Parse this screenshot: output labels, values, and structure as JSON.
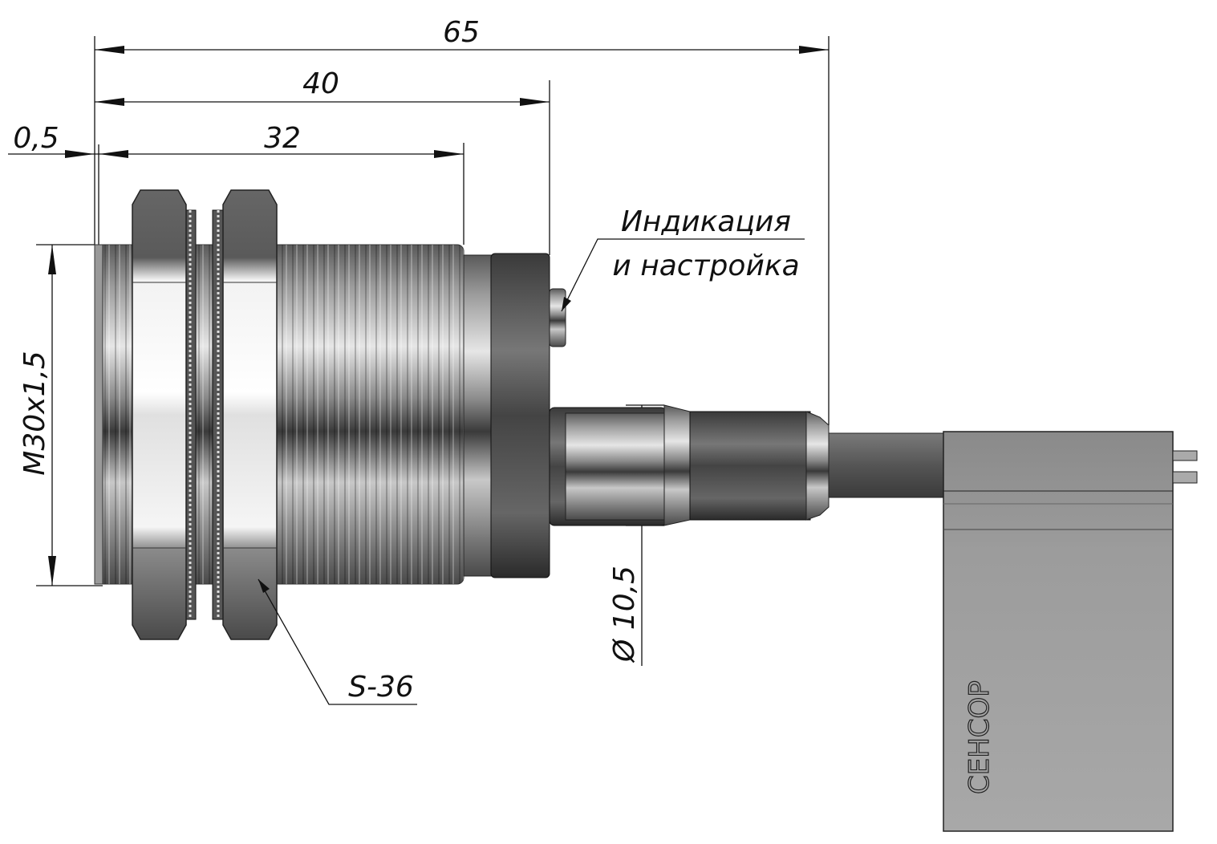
{
  "dimensions": {
    "overall_length": "65",
    "body_length": "40",
    "thread_length": "32",
    "front_offset": "0,5",
    "thread_spec": "M30x1,5",
    "connector_diameter": "Ø 10,5",
    "wrench_size": "S-36"
  },
  "callouts": {
    "indication_line1": "Индикация",
    "indication_line2": "и настройка"
  },
  "label": {
    "brand": "СЕНСОР"
  }
}
